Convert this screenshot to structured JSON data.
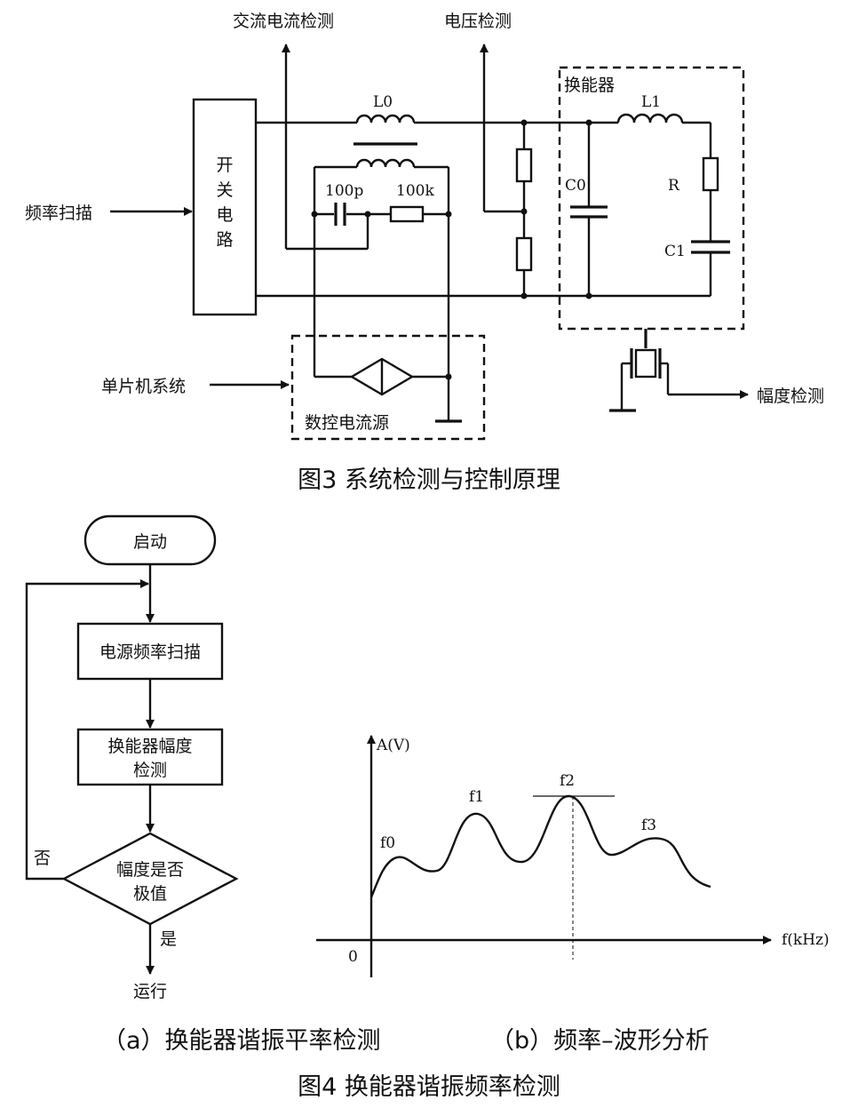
{
  "fig3": {
    "labels": {
      "ac_current": "交流电流检测",
      "voltage": "电压检测",
      "transducer": "换能器",
      "L0": "L0",
      "L1": "L1",
      "C0": "C0",
      "R": "R",
      "C1": "C1",
      "cap_100p": "100p",
      "res_100k": "100k",
      "switch_char1": "开",
      "switch_char2": "关",
      "switch_char3": "电",
      "switch_char4": "路",
      "freq_scan": "频率扫描",
      "mcu": "单片机系统",
      "ctrl_source": "数控电流源",
      "amp_detect": "幅度检测"
    },
    "caption": "图3 系统检测与控制原理"
  },
  "fig4a": {
    "start": "启动",
    "step1": "电源频率扫描",
    "step2_line1": "换能器幅度",
    "step2_line2": "检测",
    "decision_line1": "幅度是否",
    "decision_line2": "极值",
    "no": "否",
    "yes": "是",
    "end": "运行"
  },
  "fig4b": {
    "y_label": "A(V)",
    "x_label": "f(kHz)",
    "origin": "0",
    "peaks": [
      "f0",
      "f1",
      "f2",
      "f3"
    ]
  },
  "captions": {
    "sub_a": "（a）换能器谐振平率检测",
    "sub_b": "（b）频率–波形分析",
    "fig4": "图4 换能器谐振频率检测"
  }
}
